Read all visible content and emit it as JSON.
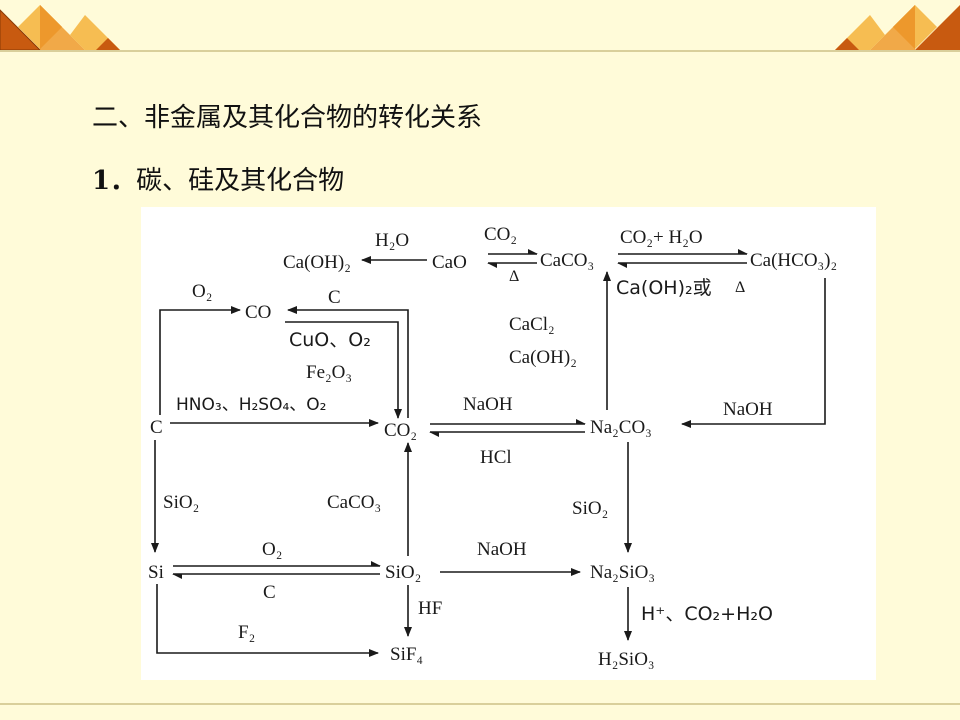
{
  "heading": "二、非金属及其化合物的转化关系",
  "subheading": {
    "num": "1．",
    "text": "碳、硅及其化合物"
  },
  "nodes": {
    "caoh2": "Ca(OH)₂",
    "cao": "CaO",
    "caco3_top": "CaCO₃",
    "cahco3": "Ca(HCO₃)₂",
    "co": "CO",
    "c": "C",
    "co2": "CO₂",
    "na2co3": "Na₂CO₃",
    "si": "Si",
    "sio2": "SiO₂",
    "na2sio3": "Na₂SiO₃",
    "sif4": "SiF₄",
    "h2sio3": "H₂SiO₃"
  },
  "labels": {
    "h2o_cao": "H₂O",
    "co2_top": "CO₂",
    "heat1": "Δ",
    "co2_h2o": "CO₂+ H₂O",
    "caoh2_or": "Ca(OH)₂或",
    "heat2": "Δ",
    "o2_co": "O₂",
    "c_co": "C",
    "cuo_o2": "CuO、O₂",
    "fe2o3": "Fe₂O₃",
    "cacl2": "CaCl₂",
    "caoh2_side": "Ca(OH)₂",
    "acids": "HNO₃、H₂SO₄、O₂",
    "naoh_co2": "NaOH",
    "hcl": "HCl",
    "naoh_right": "NaOH",
    "sio2_left": "SiO₂",
    "caco3_mid": "CaCO₃",
    "sio2_right": "SiO₂",
    "o2_si": "O₂",
    "c_si": "C",
    "naoh_si": "NaOH",
    "hf": "HF",
    "f2": "F₂",
    "h_co2_h2o": "H⁺、CO₂+H₂O"
  },
  "colors": {
    "background": "#fffbd9",
    "diamond_dark": "#c85a10",
    "diamond_light": "#f6bd52",
    "rule": "#d9cf9b"
  }
}
